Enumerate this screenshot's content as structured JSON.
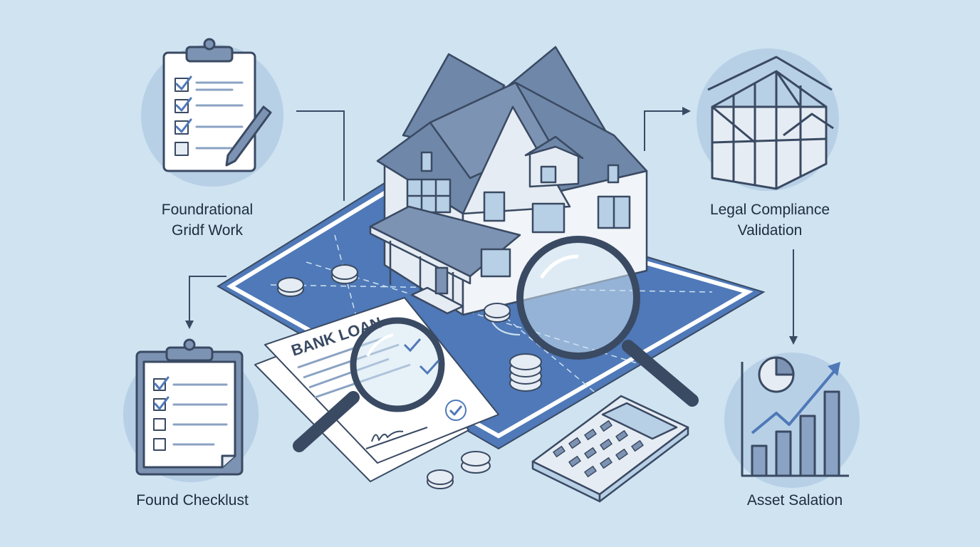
{
  "palette": {
    "background": "#cfe3f1",
    "circle": "#b8d0e6",
    "ink": "#3a4a63",
    "blueprint": "#4f79b8",
    "roof": "#6f87a8",
    "wall": "#e6ecf3",
    "paper": "#ffffff"
  },
  "nodes": [
    {
      "id": "foundational",
      "lines": [
        "Foundrational",
        "Gridf Work"
      ],
      "icon": "clipboard-checklist-icon"
    },
    {
      "id": "legal",
      "lines": [
        "Legal Compliance",
        "Validation"
      ],
      "icon": "house-frame-icon"
    },
    {
      "id": "checklist",
      "lines": [
        "Found Checklust"
      ],
      "icon": "clipboard-icon"
    },
    {
      "id": "asset",
      "lines": [
        "Asset Salation"
      ],
      "icon": "bar-chart-icon"
    }
  ],
  "center": {
    "document_title": "BANK LOAN",
    "icons": [
      "house-icon",
      "blueprint-icon",
      "magnifier-icon",
      "coin-icon",
      "calculator-icon",
      "signature-icon"
    ]
  }
}
